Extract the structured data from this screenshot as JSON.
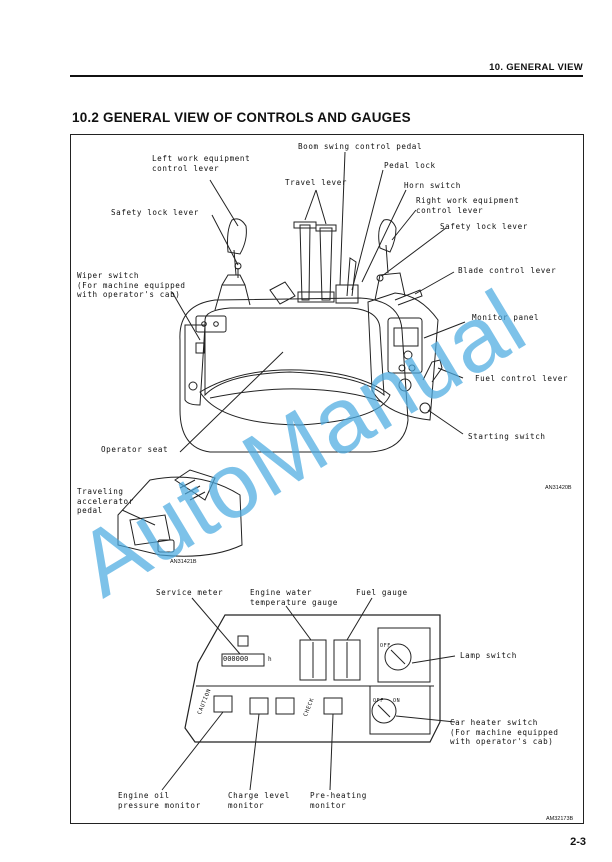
{
  "header": {
    "section": "10. GENERAL VIEW"
  },
  "title": "10.2  GENERAL VIEW OF CONTROLS AND GAUGES",
  "figure1": {
    "labels": {
      "left_work_lever": "Left work equipment\ncontrol lever",
      "boom_swing_pedal": "Boom swing control pedal",
      "pedal_lock": "Pedal lock",
      "travel_lever": "Travel lever",
      "horn_switch": "Horn switch",
      "right_work_lever": "Right work equipment\ncontrol lever",
      "safety_lock_left": "Safety lock lever",
      "safety_lock_right": "Safety lock lever",
      "blade_lever": "Blade control lever",
      "wiper_switch": "Wiper switch\n(For machine equipped\nwith operator's cab)",
      "monitor_panel": "Monitor panel",
      "fuel_lever": "Fuel control lever",
      "starting_switch": "Starting switch",
      "operator_seat": "Operator seat",
      "travel_accel_pedal": "Traveling\naccelerator\npedal"
    },
    "code_main": "AN31420B",
    "code_inset": "AN31421B"
  },
  "figure2": {
    "labels": {
      "service_meter": "Service meter",
      "water_temp": "Engine water\ntemperature gauge",
      "fuel_gauge": "Fuel gauge",
      "lamp_switch": "Lamp switch",
      "heater_switch": "Car heater switch\n(For machine equipped\nwith operator's cab)",
      "oil_pressure": "Engine oil\npressure monitor",
      "charge_level": "Charge level\nmonitor",
      "preheating": "Pre-heating\nmonitor"
    },
    "panel_text": {
      "meter_digits": "000000",
      "meter_unit": "h",
      "caution": "CAUTION",
      "check": "CHECK",
      "off": "OFF",
      "on": "ON"
    },
    "code": "AM32173B"
  },
  "watermark": "AutoManual",
  "page_number": "2-3"
}
